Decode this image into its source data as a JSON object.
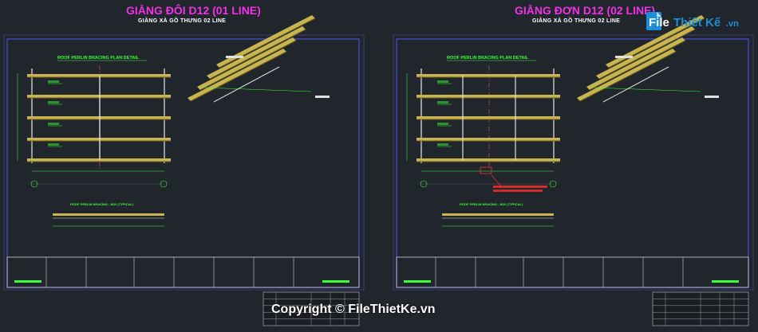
{
  "left_sheet": {
    "title": "GIẰNG ĐÔI D12 (01 LINE)",
    "subtitle": "GIẰNG XÀ GỒ THƯNG 02 LINE",
    "plan_title": "ROOF PERLIN BRACING PLAN DETAIL",
    "section_title": "ROOF PERLIN BRACING - M10 (TYPICAL)"
  },
  "right_sheet": {
    "title": "GIẰNG ĐƠN D12 (02 LINE)",
    "subtitle": "GIẰNG XÀ GỒ THƯNG 02 LINE",
    "plan_title": "ROOF PERLIN BRACING PLAN DETAIL",
    "section_title": "ROOF PERLIN BRACING - M10 (TYPICAL)"
  },
  "logo": {
    "part1": "File",
    "part2": "Thiết Kế",
    "part3": ".vn"
  },
  "watermark": "Copyright © FileThietKe.vn",
  "colors": {
    "background": "#21252c",
    "title": "#f032e6",
    "frame": "#4a4fd8",
    "purlin": "#c8b450",
    "annotation": "#3cff3c",
    "red": "#ff3030"
  }
}
